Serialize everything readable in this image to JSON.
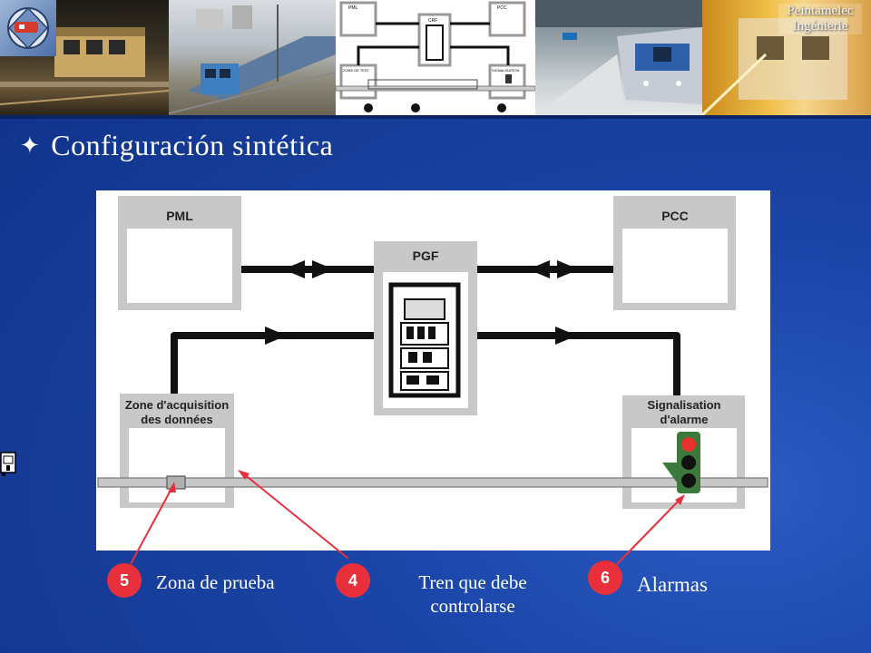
{
  "brand": {
    "line1": "Peintamelec",
    "line2": "Ingénierie"
  },
  "title": {
    "bullet_icon": "four-point-star-icon",
    "text": "Configuración  sintética"
  },
  "banner": {
    "mini_diagram": {
      "pml": "PML",
      "pgf": "CRF",
      "pcc": "PCC",
      "zone": "ZONE DE TEST",
      "signal": "SIGNALISATION"
    }
  },
  "diagram": {
    "pml": "PML",
    "pgf": "PGF",
    "pcc": "PCC",
    "zone_line1": "Zone d'acquisition",
    "zone_line2": "des données",
    "signal_line1": "Signalisation",
    "signal_line2": "d'alarme"
  },
  "callouts": [
    {
      "number": "5",
      "text": "Zona de prueba"
    },
    {
      "number": "4",
      "text_line1": "Tren que debe",
      "text_line2": "controlarse"
    },
    {
      "number": "6",
      "text": "Alarmas"
    }
  ],
  "colors": {
    "background": "#143a94",
    "badge": "#e8303c",
    "box_gray": "#c8c8c8",
    "signal_green": "#3a7a3a",
    "signal_red": "#e8302c"
  }
}
